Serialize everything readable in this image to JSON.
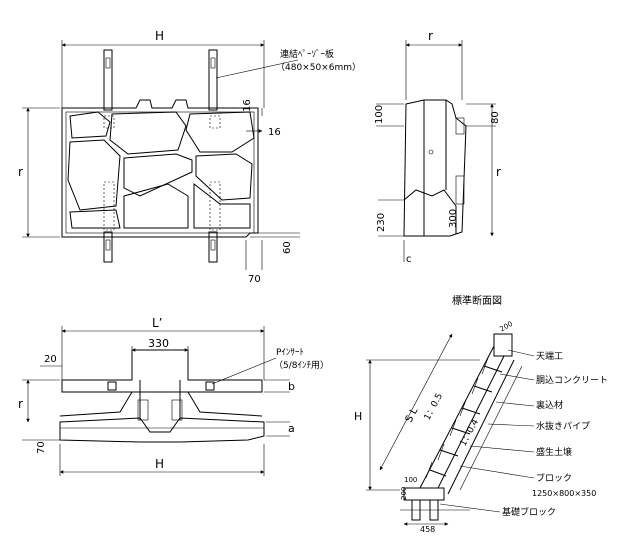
{
  "front_view": {
    "dim_width": "H",
    "dim_height": "r",
    "plate_label": "連結ﾍﾟｰｿﾞｰ板",
    "plate_size": "（480×50×6mm）",
    "dim_16_top": "16",
    "dim_16_side": "16",
    "dim_60": "60",
    "dim_70": "70"
  },
  "side_view": {
    "dim_depth": "r",
    "dim_height": "r",
    "dim_100": "100",
    "dim_80": "80",
    "dim_230": "230",
    "dim_300": "300",
    "dim_c": "c"
  },
  "plan_view": {
    "dim_length": "L’",
    "dim_width": "H",
    "dim_20": "20",
    "dim_330": "330",
    "dim_70": "70",
    "dim_r": "r",
    "dim_b": "b",
    "dim_a": "a",
    "insert_label": "Pｲﾝｻｰﾄ",
    "insert_note": "（5/8ｲﾝﾁ用）"
  },
  "section_view": {
    "title": "標準断面図",
    "dim_h": "H",
    "dim_sl": "S L",
    "slope_1": "1：0.5",
    "slope_2": "1：0.4",
    "dim_200_top": "200",
    "dim_200_bottom": "200",
    "dim_100": "100",
    "dim_458": "458",
    "labels": [
      "天端工",
      "胴込コンクリート",
      "裏込材",
      "水抜きパイプ",
      "盛生土壌",
      "ブロック",
      "基礎ブロック"
    ],
    "block_size": "1250×800×350"
  }
}
